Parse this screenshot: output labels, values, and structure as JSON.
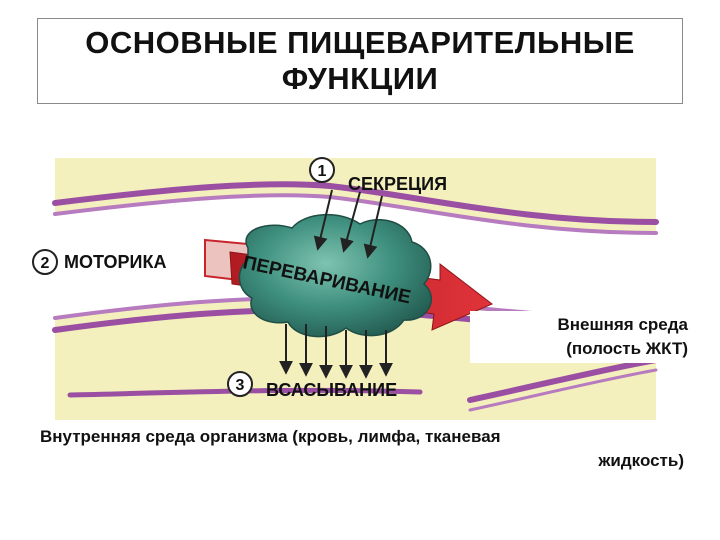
{
  "title": {
    "line1": "ОСНОВНЫЕ ПИЩЕВАРИТЕЛЬНЫЕ",
    "line2": "ФУНКЦИИ"
  },
  "functions": {
    "secretion": {
      "number": "1",
      "label": "СЕКРЕЦИЯ"
    },
    "motility": {
      "number": "2",
      "label": "МОТОРИКА"
    },
    "absorption": {
      "number": "3",
      "label": "ВСАСЫВАНИЕ"
    }
  },
  "blob_label": "ПЕРЕВАРИВАНИЕ",
  "external_env": {
    "line1": "Внешняя среда",
    "line2": "(полость ЖКТ)"
  },
  "internal_env": {
    "line1": "Внутренняя среда организма (кровь, лимфа, тканевая",
    "line2": "жидкость)"
  },
  "colors": {
    "background_band": "#f3f0bd",
    "membrane_purple": "#9a4fa3",
    "blob_green": "#3e8f7e",
    "arrow_red": "#c8242b",
    "motility_pink": "#ecc3bf"
  }
}
